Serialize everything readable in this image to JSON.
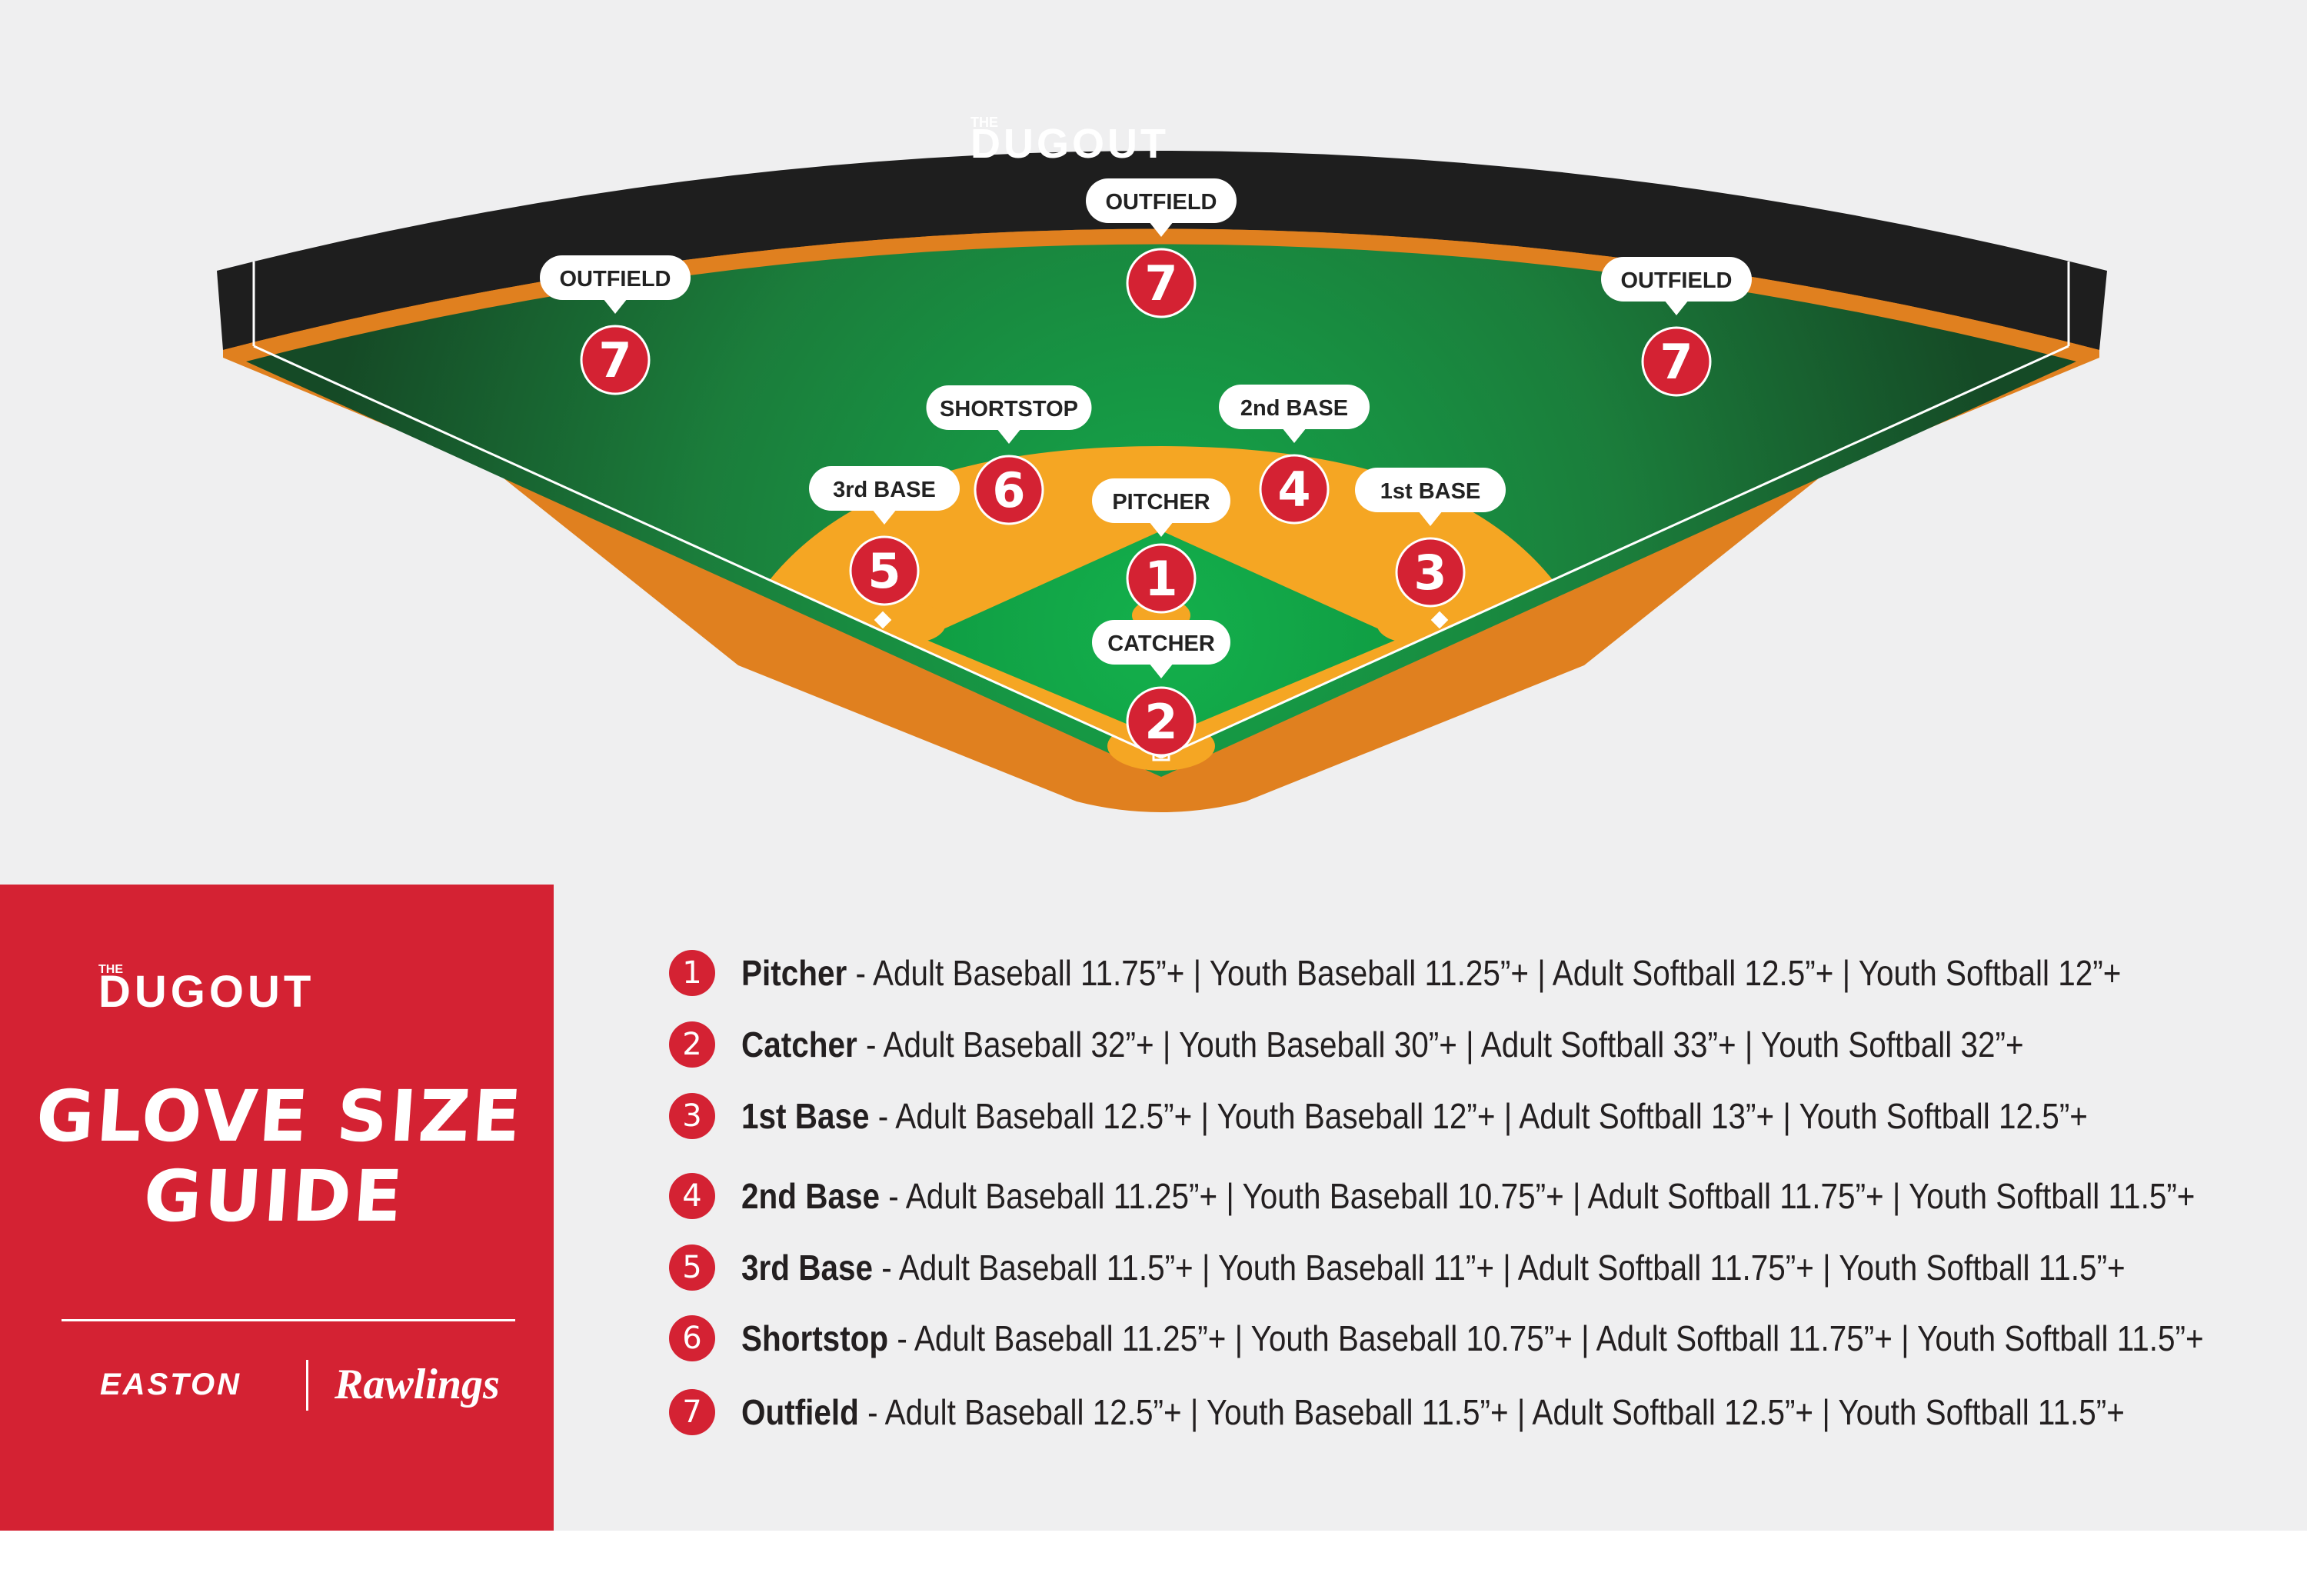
{
  "brand": {
    "logo_small": "THE",
    "logo_main": "DUGOUT"
  },
  "positions": [
    {
      "label": "OUTFIELD",
      "number": "7"
    },
    {
      "label": "OUTFIELD",
      "number": "7"
    },
    {
      "label": "OUTFIELD",
      "number": "7"
    },
    {
      "label": "SHORTSTOP",
      "number": "6"
    },
    {
      "label": "2nd BASE",
      "number": "4"
    },
    {
      "label": "3rd BASE",
      "number": "5"
    },
    {
      "label": "1st BASE",
      "number": "3"
    },
    {
      "label": "PITCHER",
      "number": "1"
    },
    {
      "label": "CATCHER",
      "number": "2"
    }
  ],
  "sidebar": {
    "title_line1": "GLOVE SIZE",
    "title_line2": "GUIDE",
    "brand1": "EASTON",
    "brand2": "Rawlings"
  },
  "legend": [
    {
      "number": "1",
      "position": "Pitcher",
      "sizes": " - Adult Baseball 11.75”+ | Youth Baseball 11.25”+ | Adult Softball 12.5”+ | Youth Softball 12”+"
    },
    {
      "number": "2",
      "position": "Catcher",
      "sizes": " - Adult Baseball 32”+ | Youth Baseball 30”+ | Adult Softball 33”+ | Youth Softball 32”+"
    },
    {
      "number": "3",
      "position": "1st Base",
      "sizes": " - Adult Baseball 12.5”+ | Youth Baseball 12”+ | Adult Softball 13”+ | Youth Softball 12.5”+"
    },
    {
      "number": "4",
      "position": "2nd Base",
      "sizes": " - Adult Baseball 11.25”+ | Youth Baseball 10.75”+ | Adult Softball 11.75”+ | Youth Softball 11.5”+"
    },
    {
      "number": "5",
      "position": "3rd Base",
      "sizes": " - Adult Baseball 11.5”+ | Youth Baseball 11”+ | Adult Softball 11.75”+ | Youth Softball 11.5”+"
    },
    {
      "number": "6",
      "position": "Shortstop",
      "sizes": " - Adult Baseball 11.25”+ | Youth Baseball 10.75”+ | Adult Softball 11.75”+ | Youth Softball 11.5”+"
    },
    {
      "number": "7",
      "position": "Outfield",
      "sizes": " - Adult Baseball 12.5”+ | Youth Baseball 11.5”+ | Adult Softball 12.5”+ | Youth Softball 11.5”+"
    }
  ],
  "colors": {
    "red": "#d42233",
    "grass": "#1d7a3a",
    "dirt": "#f5a623",
    "wall": "#1e1e1e",
    "warning_track": "#e0801f"
  }
}
